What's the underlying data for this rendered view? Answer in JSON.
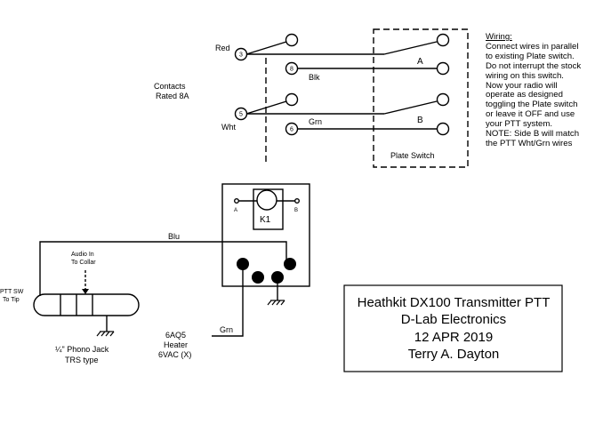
{
  "wiring": {
    "heading": "Wiring:",
    "lines": [
      "Connect wires in parallel",
      "to existing Plate switch.",
      "Do not interrupt the stock",
      "wiring on this switch.",
      "Now your radio will",
      "operate as designed",
      "toggling the Plate switch",
      "or leave it OFF and use",
      "your PTT system.",
      "NOTE: Side B will match",
      "the PTT Wht/Grn wires"
    ]
  },
  "labels": {
    "red": "Red",
    "blk": "Blk",
    "contacts_1": "Contacts",
    "contacts_2": "Rated 8A",
    "wht": "Wht",
    "grn_top": "Grn",
    "grn_bottom": "Grn",
    "blu": "Blu",
    "side_a": "A",
    "side_b": "B",
    "relay_a": "A",
    "relay_b": "B",
    "relay": "K1",
    "plate_switch": "Plate Switch",
    "audio_in_1": "Audio In",
    "audio_in_2": "To Collar",
    "ptt_sw_1": "PTT SW",
    "ptt_sw_2": "To Tip",
    "jack_1": "¼\" Phono Jack",
    "jack_2": "TRS type",
    "heater_1": "6AQ5",
    "heater_2": "Heater",
    "heater_3": "6VAC (X)"
  },
  "terminals": [
    "3",
    "8",
    "5",
    "6"
  ],
  "title_box": {
    "line1": "Heathkit DX100 Transmitter PTT",
    "line2": "D-Lab Electronics",
    "line3": "12 APR 2019",
    "line4": "Terry A. Dayton"
  }
}
